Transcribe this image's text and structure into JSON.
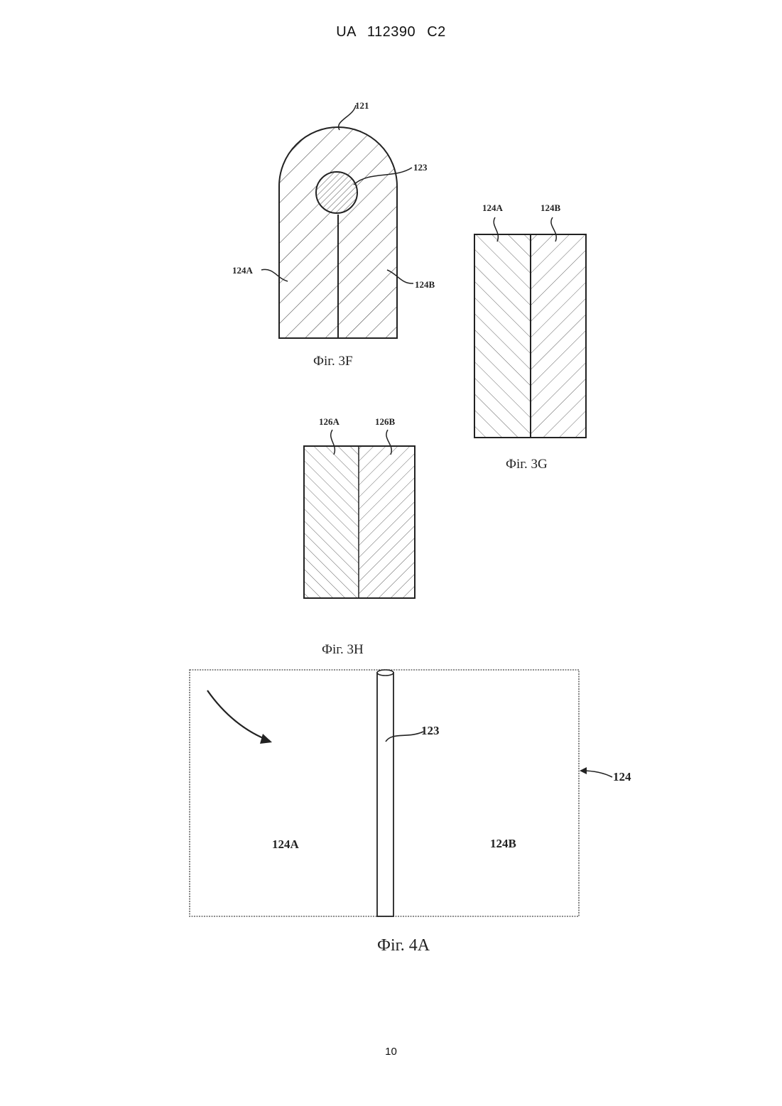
{
  "header": {
    "patent_number": "UA   112390   C2"
  },
  "page_number": "10",
  "figures": {
    "fig3f": {
      "caption": "Фіг. 3F",
      "labels": {
        "top": "121",
        "core": "123",
        "left": "124A",
        "right": "124B"
      }
    },
    "fig3g": {
      "caption": "Фіг. 3G",
      "labels": {
        "left": "124A",
        "right": "124B"
      }
    },
    "fig3h": {
      "caption": "Фіг. 3H",
      "labels": {
        "left": "126A",
        "right": "126B"
      }
    },
    "fig4a": {
      "caption": "Фіг. 4A",
      "labels": {
        "core": "123",
        "assembly": "124",
        "left": "124A",
        "right": "124B"
      }
    }
  }
}
